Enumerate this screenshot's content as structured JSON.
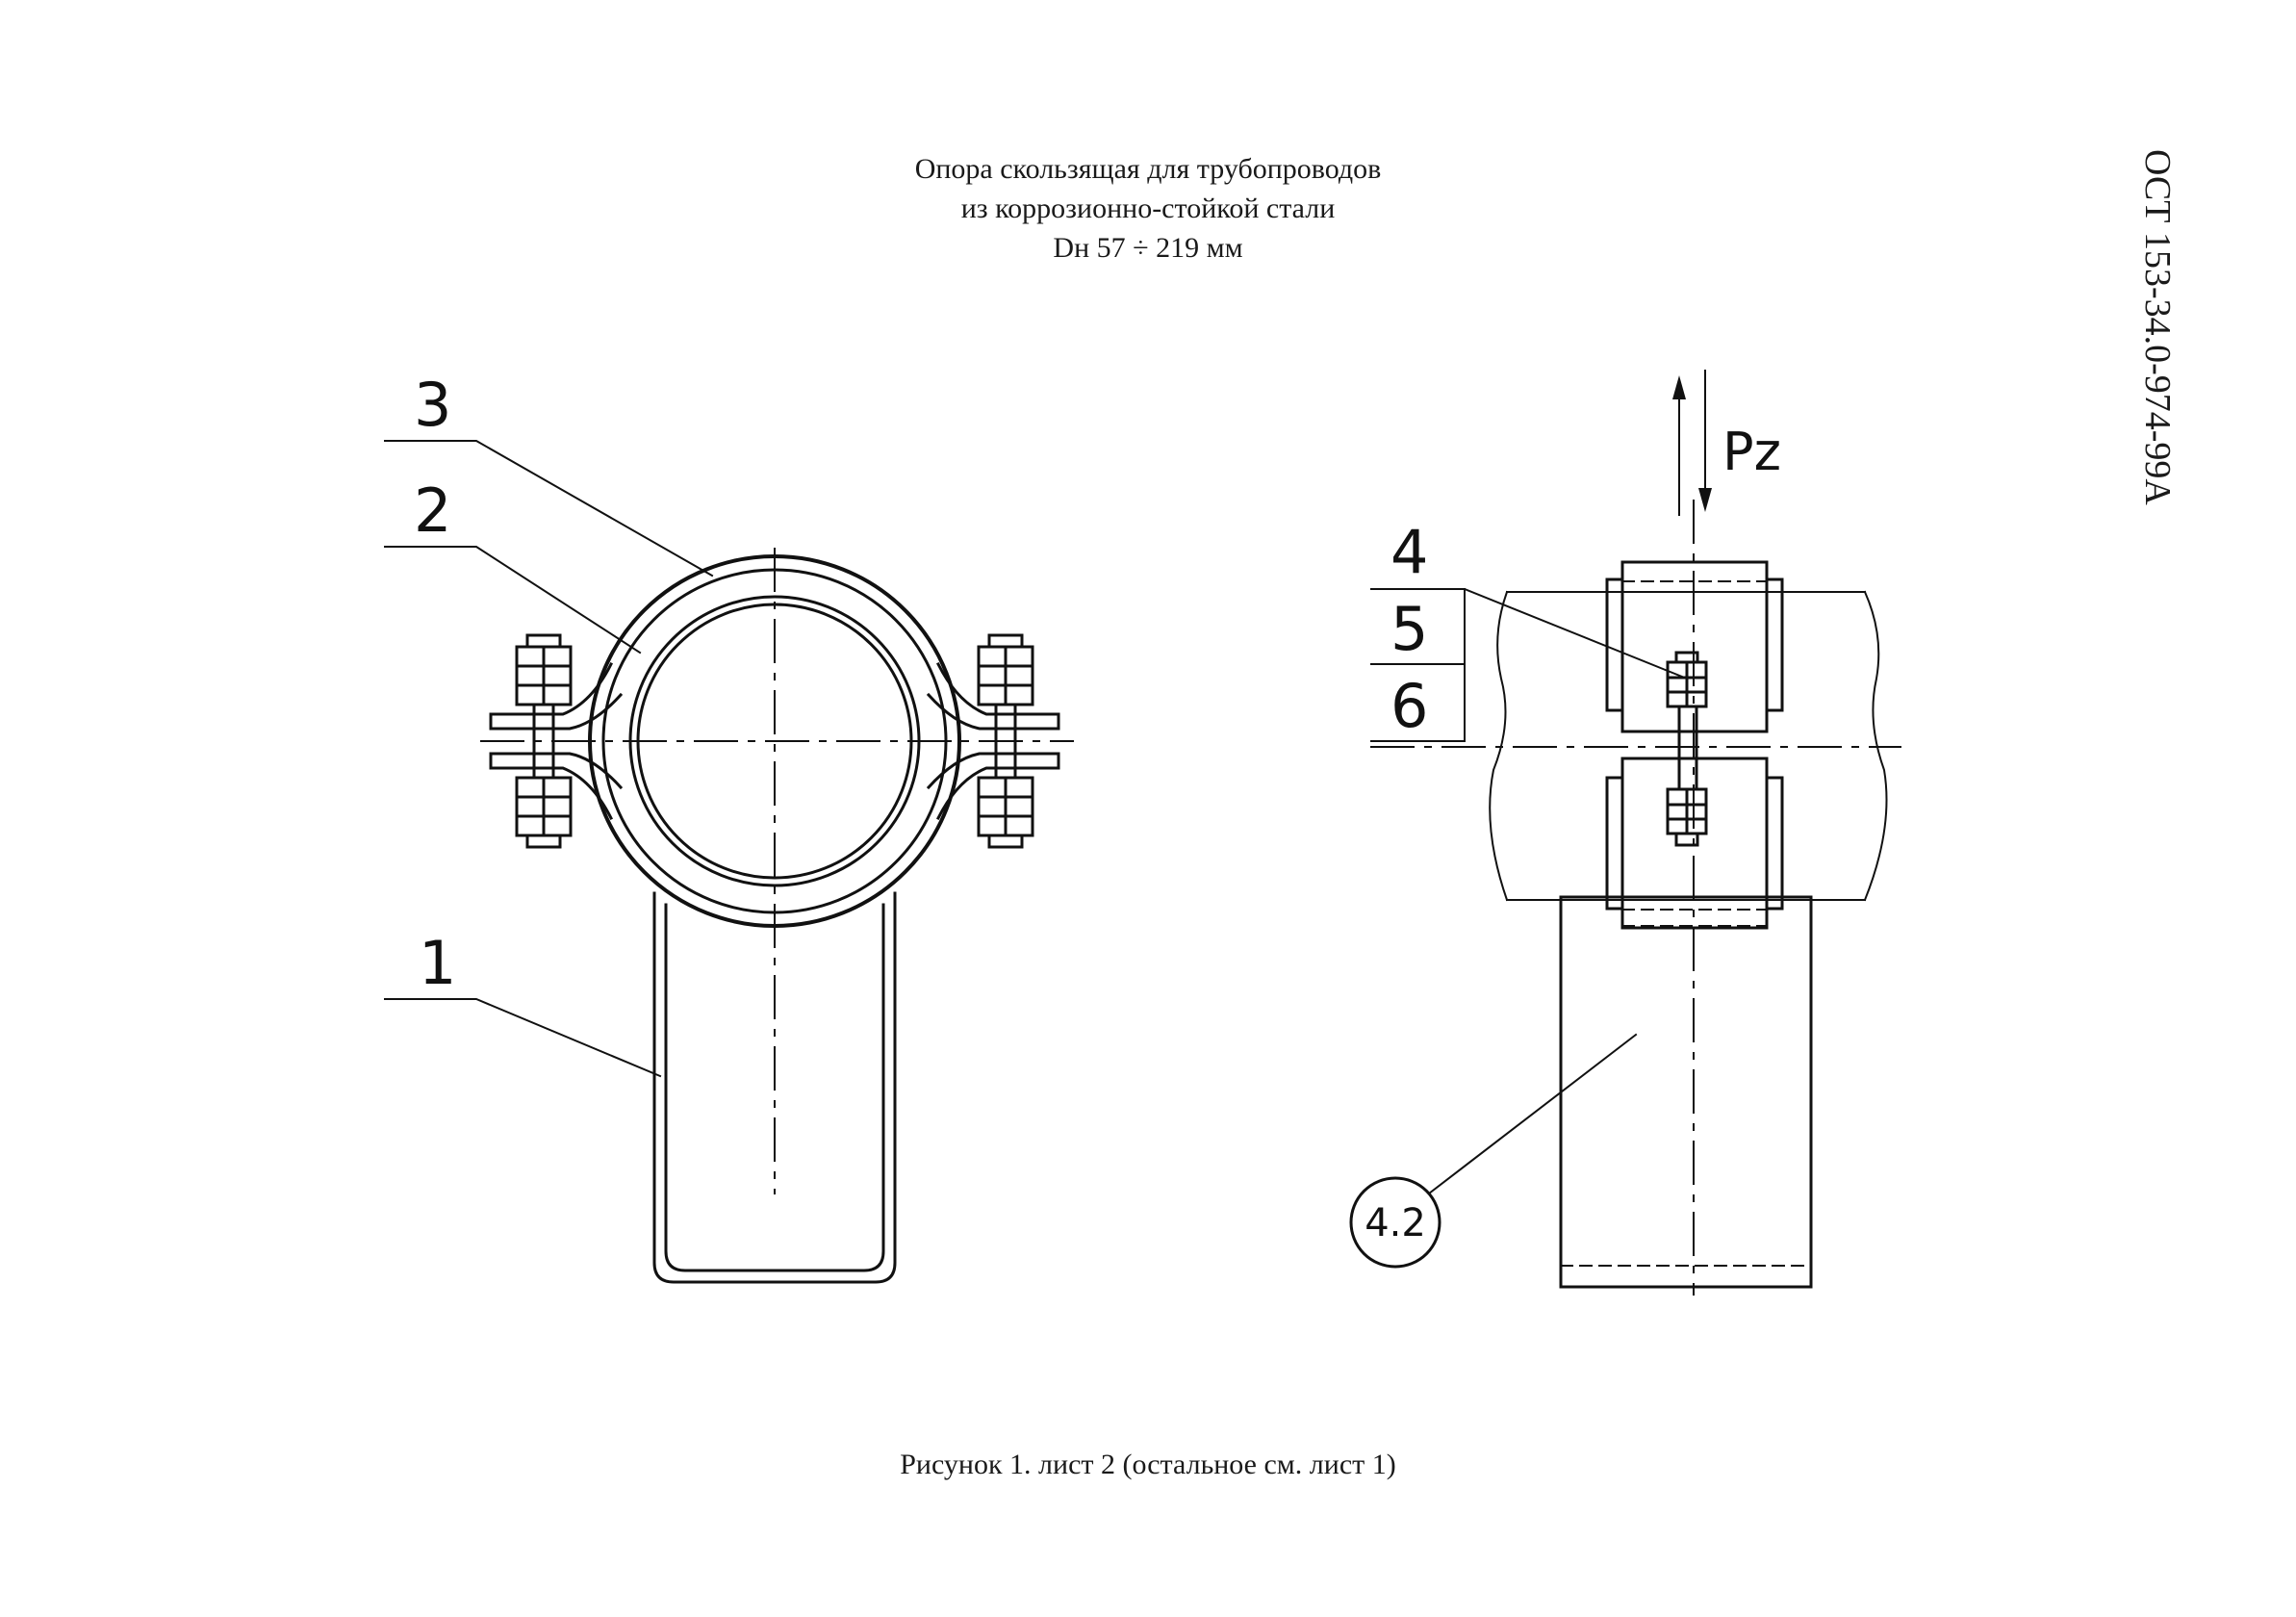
{
  "header": {
    "title_lines": [
      "Опора скользящая для трубопроводов",
      "из коррозионно-стойкой стали",
      "Dн 57 ÷ 219 мм"
    ],
    "doc_code": "ОСТ 153-34.0-974-99А"
  },
  "diagram": {
    "left_view": {
      "callouts": [
        "3",
        "2",
        "1"
      ]
    },
    "right_view": {
      "callouts": [
        "4",
        "5",
        "6"
      ],
      "load_label": "Pz",
      "bubble_label": "4.2"
    }
  },
  "caption": "Рисунок 1. лист 2 (остальное см. лист 1)"
}
